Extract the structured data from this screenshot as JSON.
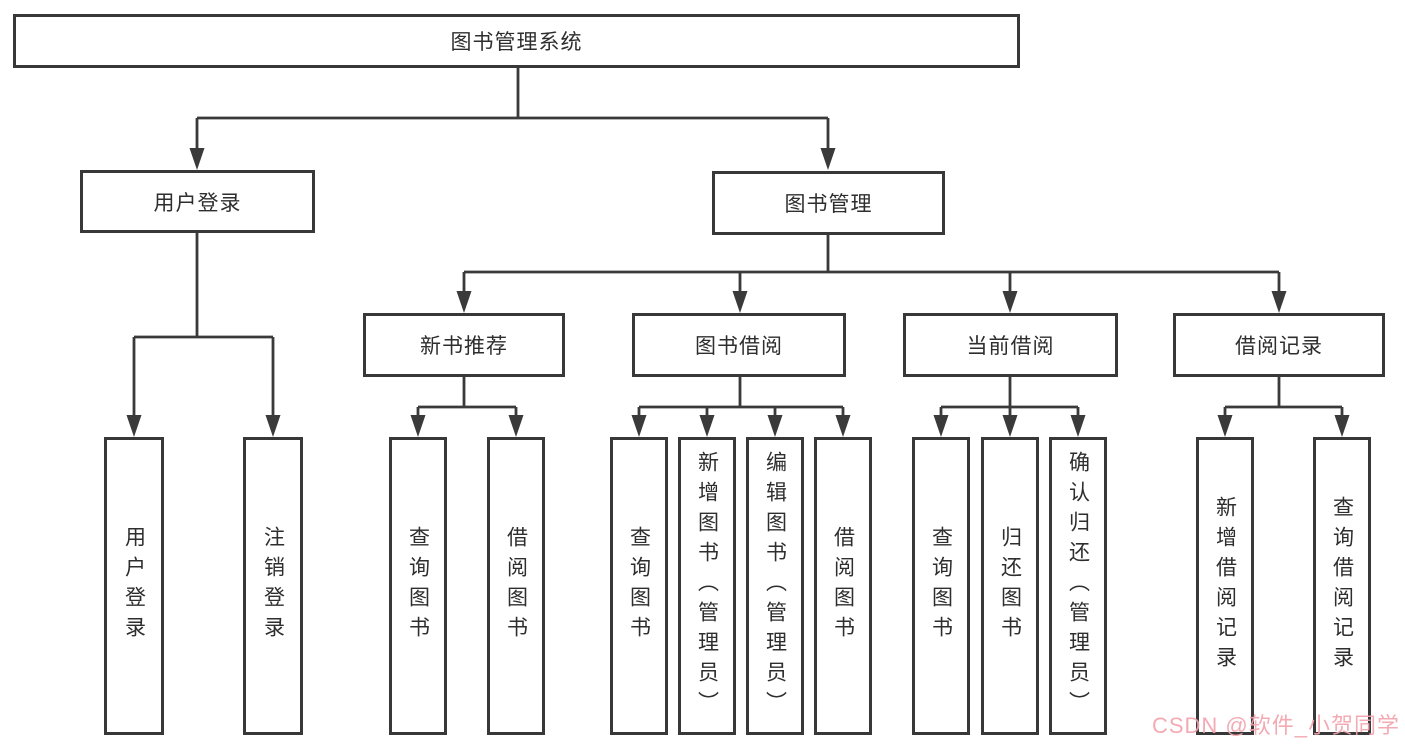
{
  "diagram": {
    "root": {
      "label": "图书管理系统"
    },
    "branches": [
      {
        "label": "用户登录",
        "children": [
          {
            "label": "用户登录"
          },
          {
            "label": "注销登录"
          }
        ]
      },
      {
        "label": "图书管理",
        "children": [
          {
            "label": "新书推荐",
            "children": [
              {
                "label": "查询图书"
              },
              {
                "label": "借阅图书"
              }
            ]
          },
          {
            "label": "图书借阅",
            "children": [
              {
                "label": "查询图书"
              },
              {
                "label": "新增图书（管理员）"
              },
              {
                "label": "编辑图书（管理员）"
              },
              {
                "label": "借阅图书"
              }
            ]
          },
          {
            "label": "当前借阅",
            "children": [
              {
                "label": "查询图书"
              },
              {
                "label": "归还图书"
              },
              {
                "label": "确认归还（管理员）"
              }
            ]
          },
          {
            "label": "借阅记录",
            "children": [
              {
                "label": "新增借阅记录"
              },
              {
                "label": "查询借阅记录"
              }
            ]
          }
        ]
      }
    ]
  },
  "watermark": {
    "text": "CSDN @软件_小贺同学",
    "color": "#f2a3ad"
  },
  "colors": {
    "line": "#3a3a3a",
    "box_border": "#383838",
    "text": "#2e2e2e",
    "background": "#ffffff"
  }
}
